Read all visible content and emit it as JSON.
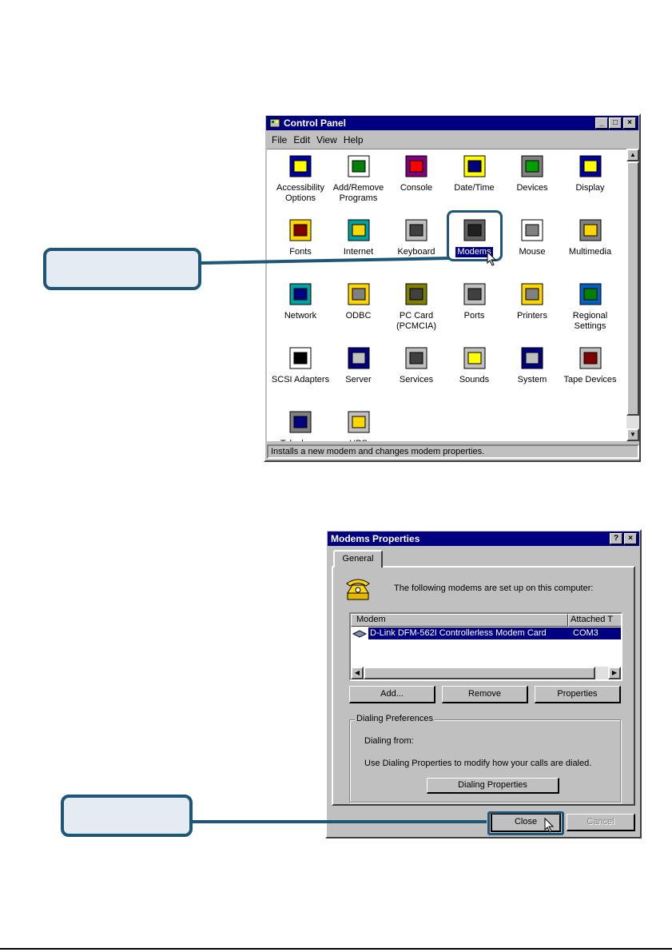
{
  "control_panel": {
    "title": "Control Panel",
    "menu": [
      "File",
      "Edit",
      "View",
      "Help"
    ],
    "items": [
      {
        "label1": "Accessibility",
        "label2": "Options",
        "icon": "accessibility-icon"
      },
      {
        "label1": "Add/Remove",
        "label2": "Programs",
        "icon": "add-remove-programs-icon"
      },
      {
        "label1": "Console",
        "label2": "",
        "icon": "console-icon"
      },
      {
        "label1": "Date/Time",
        "label2": "",
        "icon": "date-time-icon"
      },
      {
        "label1": "Devices",
        "label2": "",
        "icon": "devices-icon"
      },
      {
        "label1": "Display",
        "label2": "",
        "icon": "display-icon"
      },
      {
        "label1": "Fonts",
        "label2": "",
        "icon": "fonts-icon"
      },
      {
        "label1": "Internet",
        "label2": "",
        "icon": "internet-icon"
      },
      {
        "label1": "Keyboard",
        "label2": "",
        "icon": "keyboard-icon"
      },
      {
        "label1": "Modems",
        "label2": "",
        "icon": "modems-icon"
      },
      {
        "label1": "Mouse",
        "label2": "",
        "icon": "mouse-icon"
      },
      {
        "label1": "Multimedia",
        "label2": "",
        "icon": "multimedia-icon"
      },
      {
        "label1": "Network",
        "label2": "",
        "icon": "network-icon"
      },
      {
        "label1": "ODBC",
        "label2": "",
        "icon": "odbc-icon"
      },
      {
        "label1": "PC Card",
        "label2": "(PCMCIA)",
        "icon": "pc-card-icon"
      },
      {
        "label1": "Ports",
        "label2": "",
        "icon": "ports-icon"
      },
      {
        "label1": "Printers",
        "label2": "",
        "icon": "printers-icon"
      },
      {
        "label1": "Regional",
        "label2": "Settings",
        "icon": "regional-settings-icon"
      },
      {
        "label1": "SCSI Adapters",
        "label2": "",
        "icon": "scsi-adapters-icon"
      },
      {
        "label1": "Server",
        "label2": "",
        "icon": "server-icon"
      },
      {
        "label1": "Services",
        "label2": "",
        "icon": "services-icon"
      },
      {
        "label1": "Sounds",
        "label2": "",
        "icon": "sounds-icon"
      },
      {
        "label1": "System",
        "label2": "",
        "icon": "system-icon"
      },
      {
        "label1": "Tape Devices",
        "label2": "",
        "icon": "tape-devices-icon"
      },
      {
        "label1": "Telephony",
        "label2": "",
        "icon": "telephony-icon"
      },
      {
        "label1": "UPS",
        "label2": "",
        "icon": "ups-icon"
      }
    ],
    "status": "Installs a new modem and changes modem properties."
  },
  "modems_dialog": {
    "title": "Modems Properties",
    "tab": "General",
    "intro": "The following modems are set up on this computer:",
    "columns": [
      "Modem",
      "Attached T"
    ],
    "rows": [
      {
        "modem": "D-Link DFM-562I Controllerless Modem Card",
        "port": "COM3"
      }
    ],
    "buttons": {
      "add": "Add...",
      "remove": "Remove",
      "properties": "Properties"
    },
    "dialing": {
      "group_title": "Dialing Preferences",
      "from_label": "Dialing from:",
      "note": "Use Dialing Properties to modify how your calls are dialed.",
      "button": "Dialing Properties"
    },
    "close": "Close",
    "cancel": "Cancel"
  },
  "colors": {
    "titlebar": "#000080",
    "window": "#c0c0c0",
    "callout_border": "#1f5577",
    "callout_fill": "#e4ebf3"
  }
}
